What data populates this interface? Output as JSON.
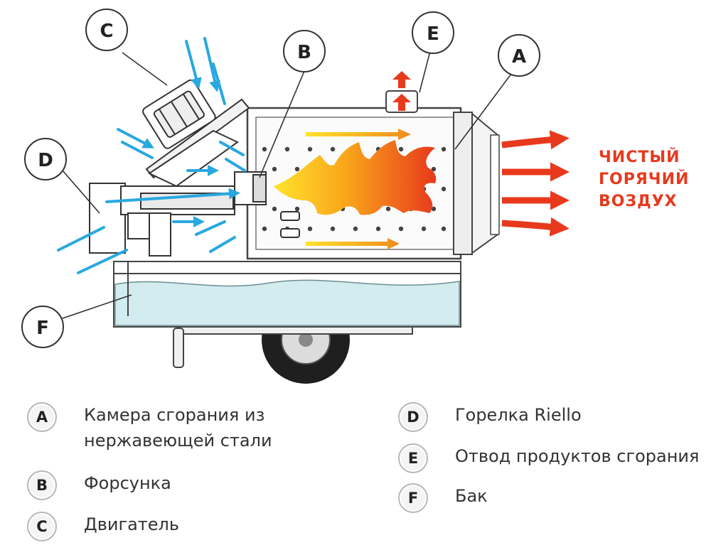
{
  "callouts": {
    "A": "A",
    "B": "B",
    "C": "C",
    "D": "D",
    "E": "E",
    "F": "F"
  },
  "output_label": {
    "line1": "ЧИСТЫЙ",
    "line2": "ГОРЯЧИЙ",
    "line3": "ВОЗДУХ"
  },
  "legend": [
    {
      "letter": "A",
      "line1": "Камера сгорания из",
      "line2": "нержавеющей стали"
    },
    {
      "letter": "B",
      "line1": "Форсунка"
    },
    {
      "letter": "C",
      "line1": "Двигатель"
    },
    {
      "letter": "D",
      "line1": "Горелка Riello"
    },
    {
      "letter": "E",
      "line1": "Отвод продуктов сгорания"
    },
    {
      "letter": "F",
      "line1": "Бак"
    }
  ],
  "colors": {
    "hot_air": "#e8391d",
    "cold_air": "#29a8e0",
    "flame_outer": "#f39a1e",
    "flame_inner": "#ffd62b",
    "tank_fluid": "#d3ecef"
  }
}
